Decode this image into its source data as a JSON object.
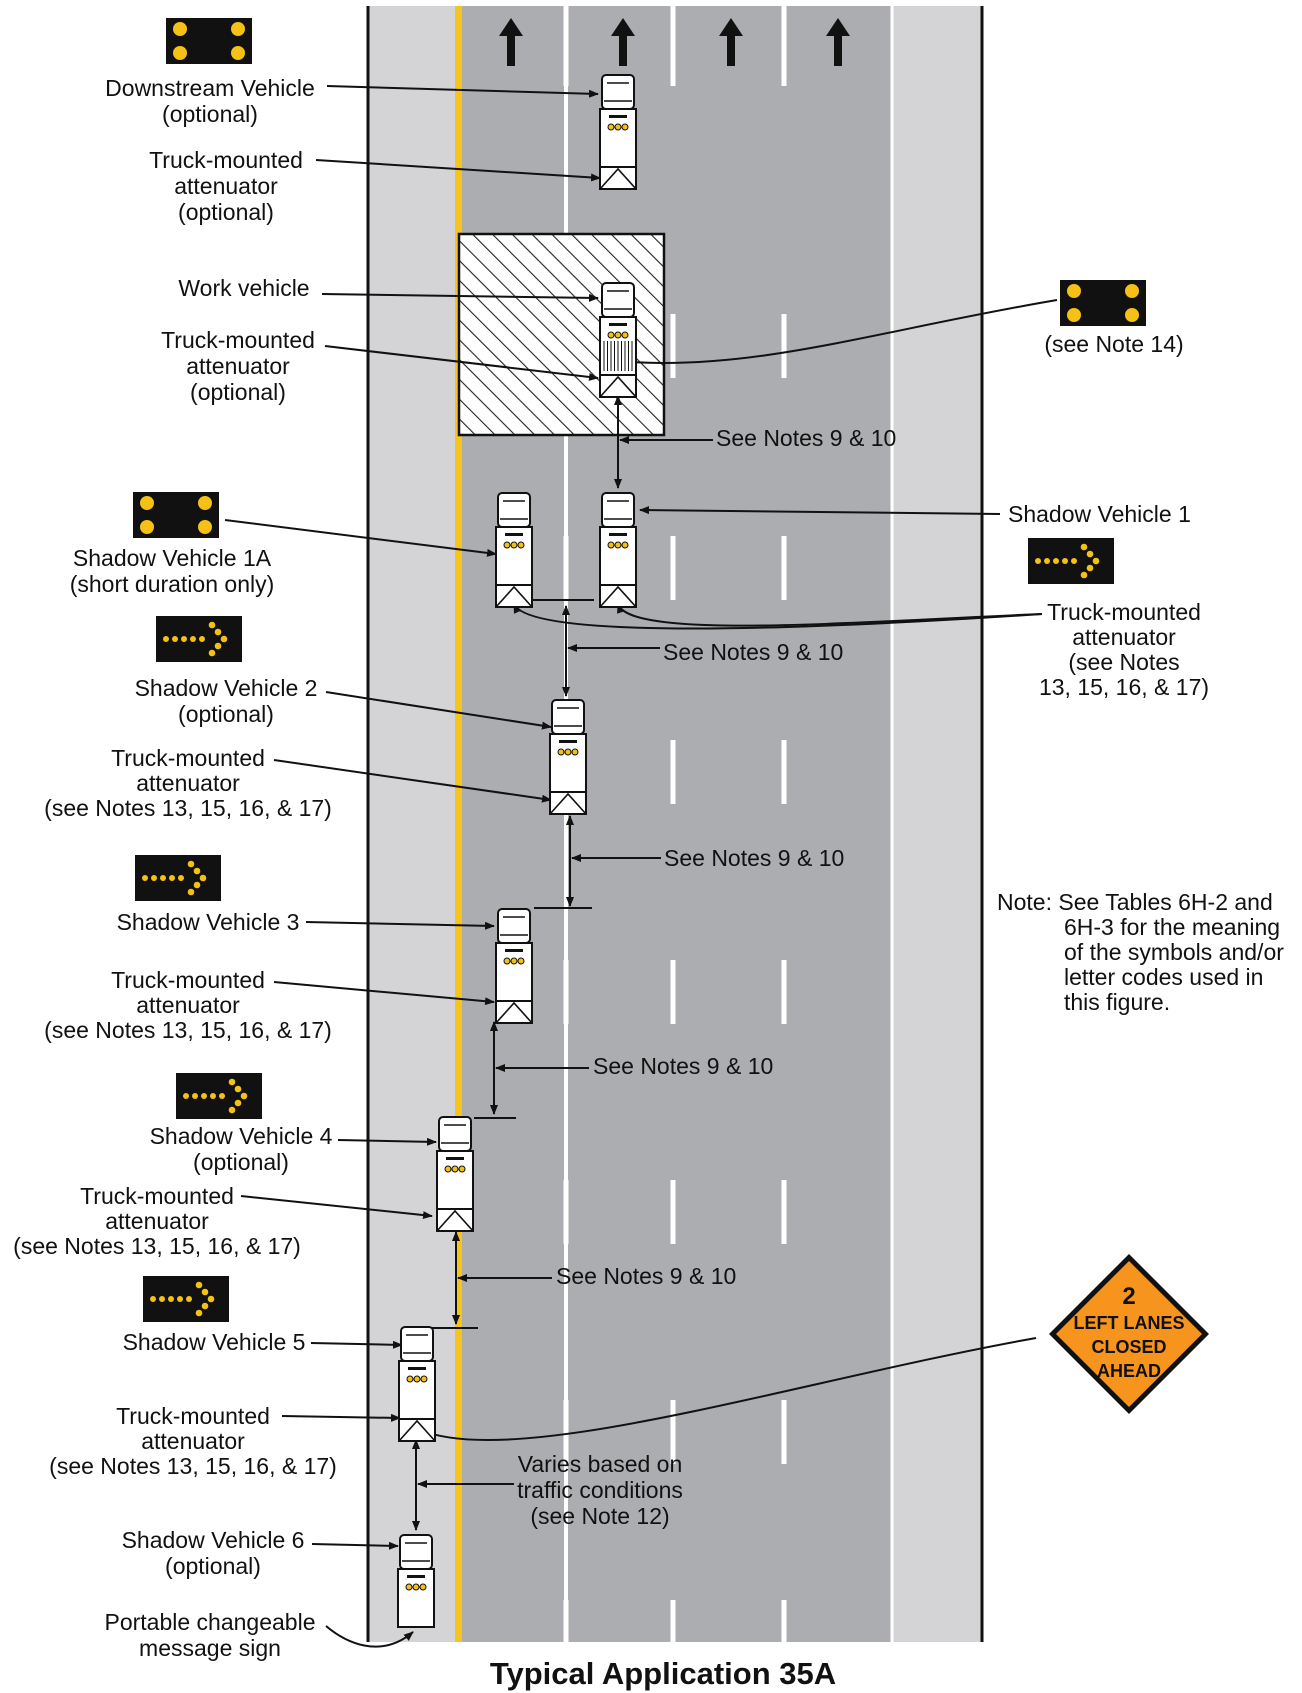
{
  "figure": {
    "title": "Typical Application 35A",
    "colors": {
      "shoulder": "#d4d4d6",
      "lane": "#acadb0",
      "edge_line": "#f7c41b",
      "lane_line": "#ffffff",
      "border": "#111111",
      "panel": "#111111",
      "lamp": "#f5c114",
      "sign_orange": "#f7941d"
    }
  },
  "labels": {
    "downstream_vehicle": [
      "Downstream Vehicle",
      "(optional)"
    ],
    "tma_top": [
      "Truck-mounted",
      "attenuator",
      "(optional)"
    ],
    "work_vehicle": [
      "Work vehicle"
    ],
    "tma_work": [
      "Truck-mounted",
      "attenuator",
      "(optional)"
    ],
    "see_note_14": [
      "(see Note 14)"
    ],
    "notes_9_10": "See Notes 9 & 10",
    "shadow_1": [
      "Shadow Vehicle 1"
    ],
    "shadow_1a": [
      "Shadow Vehicle 1A",
      "(short duration only)"
    ],
    "tma_sv1": [
      "Truck-mounted",
      "attenuator",
      "(see Notes",
      "13, 15, 16, & 17)"
    ],
    "shadow_2": [
      "Shadow Vehicle 2",
      "(optional)"
    ],
    "tma_notes": [
      "Truck-mounted",
      "attenuator",
      "(see Notes 13, 15, 16, & 17)"
    ],
    "shadow_3": [
      "Shadow Vehicle 3"
    ],
    "shadow_4": [
      "Shadow Vehicle 4",
      "(optional)"
    ],
    "shadow_5": [
      "Shadow Vehicle 5"
    ],
    "shadow_6": [
      "Shadow Vehicle 6",
      "(optional)"
    ],
    "varies": [
      "Varies based on",
      "traffic conditions",
      "(see Note 12)"
    ],
    "pcms": [
      "Portable changeable",
      "message sign"
    ],
    "note": [
      "Note:  See Tables 6H-2 and",
      "6H-3 for the meaning",
      "of the symbols and/or",
      "letter codes used in",
      "this figure."
    ]
  },
  "sign": {
    "line1": "2",
    "line2": "LEFT LANES",
    "line3": "CLOSED",
    "line4": "AHEAD"
  },
  "icons": {
    "caution_panel": "four-corner-warning-lights-icon",
    "arrow_panel": "flashing-arrow-board-icon",
    "travel_arrow": "up-arrow-icon",
    "vehicle": "truck-top-view-icon"
  }
}
